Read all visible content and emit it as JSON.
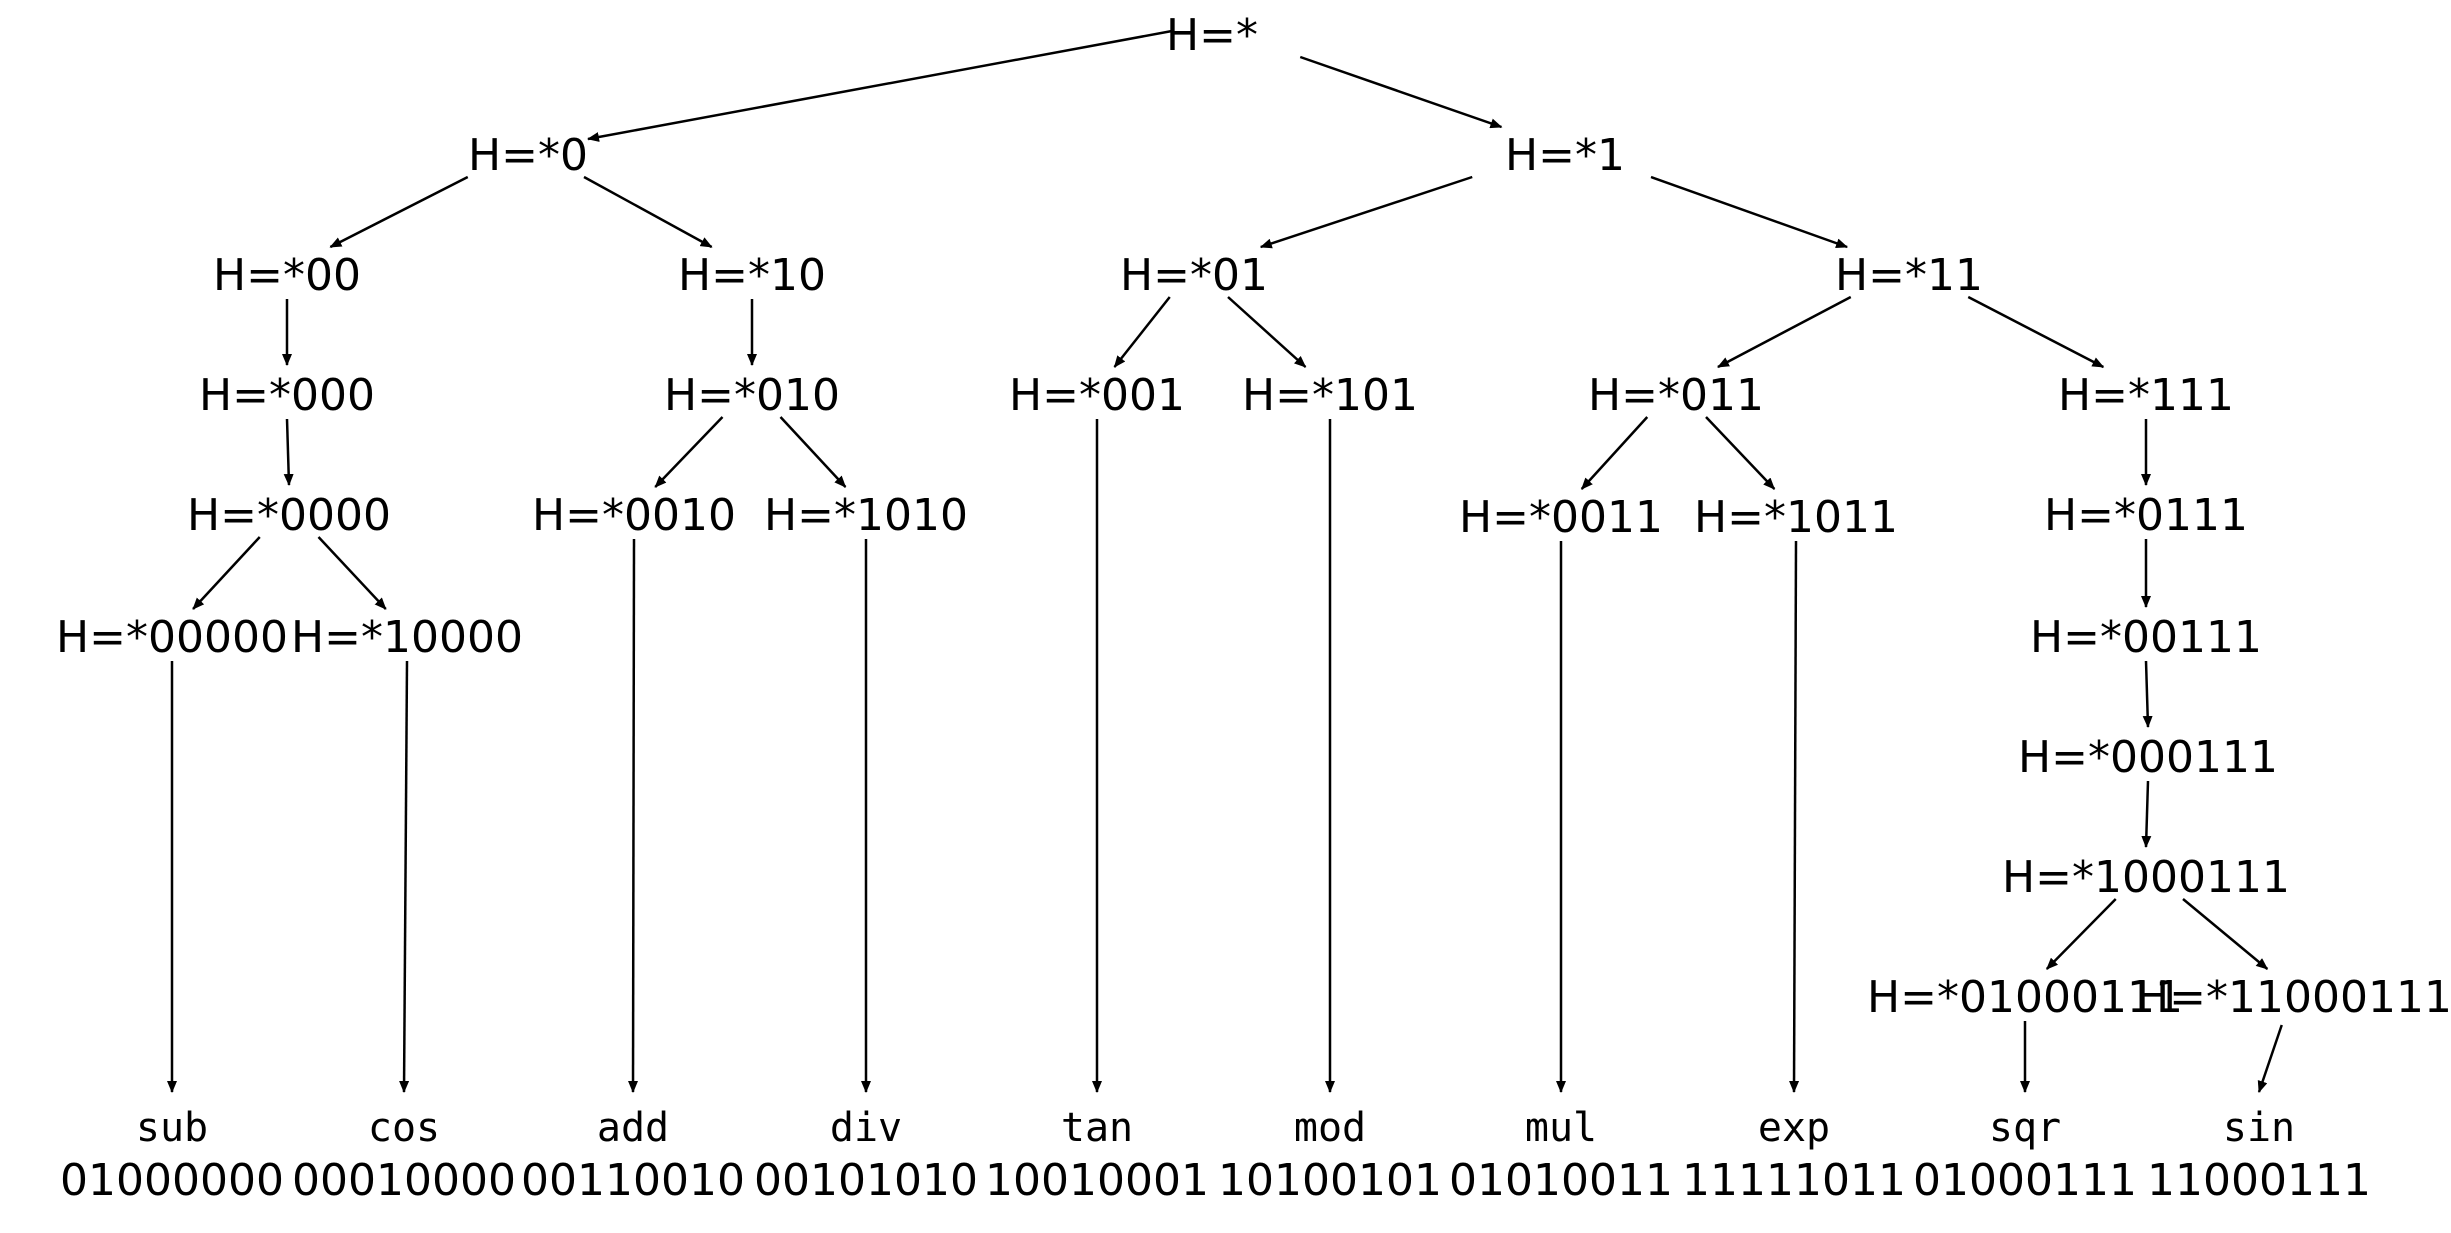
{
  "nodes": [
    {
      "id": "root",
      "label": "H=*"
    },
    {
      "id": "n0",
      "label": "H=*0"
    },
    {
      "id": "n1",
      "label": "H=*1"
    },
    {
      "id": "n00",
      "label": "H=*00"
    },
    {
      "id": "n10",
      "label": "H=*10"
    },
    {
      "id": "n01",
      "label": "H=*01"
    },
    {
      "id": "n11",
      "label": "H=*11"
    },
    {
      "id": "n000",
      "label": "H=*000"
    },
    {
      "id": "n010",
      "label": "H=*010"
    },
    {
      "id": "n001",
      "label": "H=*001"
    },
    {
      "id": "n101",
      "label": "H=*101"
    },
    {
      "id": "n011",
      "label": "H=*011"
    },
    {
      "id": "n111",
      "label": "H=*111"
    },
    {
      "id": "n0000",
      "label": "H=*0000"
    },
    {
      "id": "n0010",
      "label": "H=*0010"
    },
    {
      "id": "n1010",
      "label": "H=*1010"
    },
    {
      "id": "n0011",
      "label": "H=*0011"
    },
    {
      "id": "n1011",
      "label": "H=*1011"
    },
    {
      "id": "n0111",
      "label": "H=*0111"
    },
    {
      "id": "n00000",
      "label": "H=*00000"
    },
    {
      "id": "n10000",
      "label": "H=*10000"
    },
    {
      "id": "n00111",
      "label": "H=*00111"
    },
    {
      "id": "n000111",
      "label": "H=*000111"
    },
    {
      "id": "n1000111",
      "label": "H=*1000111"
    },
    {
      "id": "n01000111",
      "label": "H=*01000111"
    },
    {
      "id": "n11000111",
      "label": "H=*11000111"
    }
  ],
  "leaves": [
    {
      "id": "sub",
      "name": "sub",
      "code": "01000000"
    },
    {
      "id": "cos",
      "name": "cos",
      "code": "00010000"
    },
    {
      "id": "add",
      "name": "add",
      "code": "00110010"
    },
    {
      "id": "div",
      "name": "div",
      "code": "00101010"
    },
    {
      "id": "tan",
      "name": "tan",
      "code": "10010001"
    },
    {
      "id": "mod",
      "name": "mod",
      "code": "10100101"
    },
    {
      "id": "mul",
      "name": "mul",
      "code": "01010011"
    },
    {
      "id": "exp",
      "name": "exp",
      "code": "11111011"
    },
    {
      "id": "sqr",
      "name": "sqr",
      "code": "01000111"
    },
    {
      "id": "sin",
      "name": "sin",
      "code": "11000111"
    }
  ],
  "edges": [
    [
      "root",
      "n0"
    ],
    [
      "root",
      "n1"
    ],
    [
      "n0",
      "n00"
    ],
    [
      "n0",
      "n10"
    ],
    [
      "n1",
      "n01"
    ],
    [
      "n1",
      "n11"
    ],
    [
      "n00",
      "n000"
    ],
    [
      "n000",
      "n0000"
    ],
    [
      "n0000",
      "n00000"
    ],
    [
      "n0000",
      "n10000"
    ],
    [
      "n10",
      "n010"
    ],
    [
      "n010",
      "n0010"
    ],
    [
      "n010",
      "n1010"
    ],
    [
      "n01",
      "n001"
    ],
    [
      "n01",
      "n101"
    ],
    [
      "n11",
      "n011"
    ],
    [
      "n11",
      "n111"
    ],
    [
      "n011",
      "n0011"
    ],
    [
      "n011",
      "n1011"
    ],
    [
      "n111",
      "n0111"
    ],
    [
      "n0111",
      "n00111"
    ],
    [
      "n00111",
      "n000111"
    ],
    [
      "n000111",
      "n1000111"
    ],
    [
      "n1000111",
      "n01000111"
    ],
    [
      "n1000111",
      "n11000111"
    ],
    [
      "n00000",
      "sub"
    ],
    [
      "n10000",
      "cos"
    ],
    [
      "n0010",
      "add"
    ],
    [
      "n1010",
      "div"
    ],
    [
      "n001",
      "tan"
    ],
    [
      "n101",
      "mod"
    ],
    [
      "n0011",
      "mul"
    ],
    [
      "n1011",
      "exp"
    ],
    [
      "n01000111",
      "sqr"
    ],
    [
      "n11000111",
      "sin"
    ]
  ]
}
